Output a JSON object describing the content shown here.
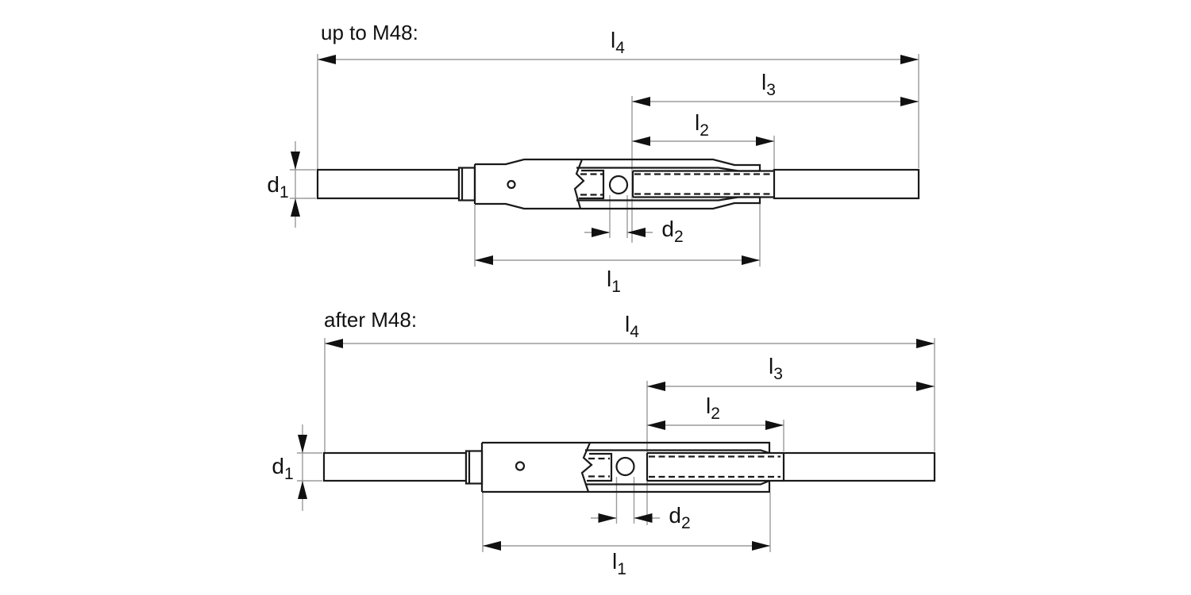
{
  "drawing": {
    "description": "Turnbuckle pipe-body technical drawing, two size variants",
    "colors": {
      "outline": "#1a1a1a",
      "dimension_line": "#9b9b9b",
      "label_text": "#111111",
      "background": "#ffffff"
    }
  },
  "figures": [
    {
      "title": "up to M48:",
      "labels": {
        "l4": {
          "main": "l",
          "sub": "4"
        },
        "l3": {
          "main": "l",
          "sub": "3"
        },
        "l2": {
          "main": "l",
          "sub": "2"
        },
        "l1": {
          "main": "l",
          "sub": "1"
        },
        "d1": {
          "main": "d",
          "sub": "1"
        },
        "d2": {
          "main": "d",
          "sub": "2"
        }
      }
    },
    {
      "title": "after M48:",
      "labels": {
        "l4": {
          "main": "l",
          "sub": "4"
        },
        "l3": {
          "main": "l",
          "sub": "3"
        },
        "l2": {
          "main": "l",
          "sub": "2"
        },
        "l1": {
          "main": "l",
          "sub": "1"
        },
        "d1": {
          "main": "d",
          "sub": "1"
        },
        "d2": {
          "main": "d",
          "sub": "2"
        }
      }
    }
  ]
}
